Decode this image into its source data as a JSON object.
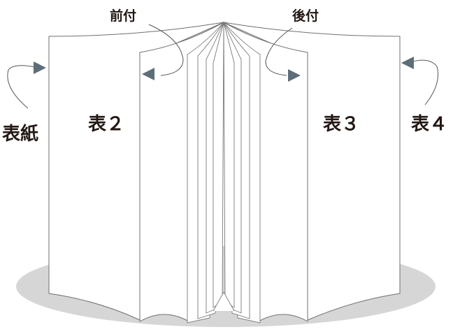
{
  "labels": {
    "cover": "表紙",
    "cover2": "表２",
    "cover3": "表３",
    "cover4": "表４",
    "front_matter": "前付",
    "back_matter": "後付"
  },
  "colors": {
    "arrow": "#5d6e79",
    "shadow": "#d6d6d6",
    "outline": "#6f6f6f",
    "text": "#231815"
  }
}
